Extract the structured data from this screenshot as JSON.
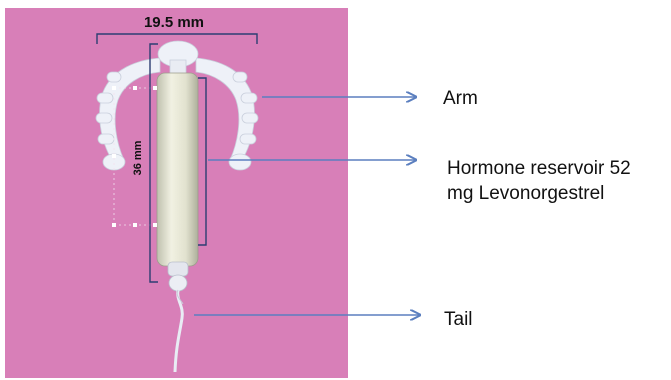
{
  "dimensions": {
    "width_label": "19.5 mm",
    "height_label": "36 mm"
  },
  "labels": {
    "arm": "Arm",
    "hormone_line1": "Hormone reservoir 52",
    "hormone_line2": "mg Levonorgestrel",
    "tail": "Tail"
  },
  "colors": {
    "photo_background": "#d87fb8",
    "device": "#eef1f8",
    "reservoir": "#e6e6d2",
    "arrow": "#5b7fbf",
    "bracket": "#2c3e72"
  }
}
